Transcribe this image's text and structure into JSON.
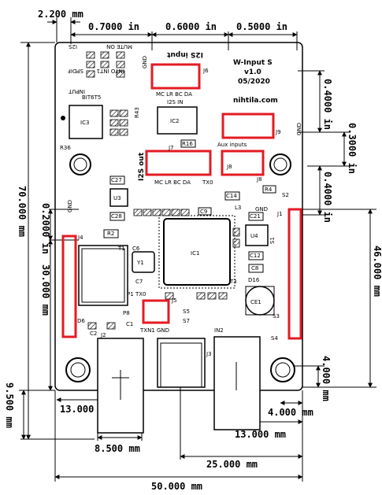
{
  "board": {
    "title": "W-Input S",
    "version": "v1.0",
    "date": "05/2020",
    "url": "nihtila.com",
    "i2s_input": "I2S input",
    "i2s_out": "I2S out",
    "aux_inputs": "Aux inputs",
    "mc_lr_bc_da_top": "MC LR BC DA",
    "mc_lr_bc_da_bottom": "MC LR BC DA",
    "i2s_in": "I2S IN",
    "tx0": "TX0",
    "txp1_tx0": "TXP1 TX0",
    "txn1_gnd": "TXN1 GND",
    "gnd": "GND",
    "in2": "IN2",
    "input_label": "INPUT",
    "mute_on": "MUTE ON",
    "i2s_small": "I2S",
    "spdif": "SPDIF",
    "into_int1": "INTO INT1",
    "bit_label": "BIT6T5"
  },
  "components": {
    "ic1": "IC1",
    "ic2": "IC2",
    "ic3": "IC3",
    "u3": "U3",
    "u4": "U4",
    "y1": "Y1",
    "ce1": "CE1",
    "j1": "J1",
    "j2": "J2",
    "j3": "J3",
    "j4": "J4",
    "j5": "J5",
    "j6": "J6",
    "j7": "J7",
    "j8": "J8",
    "j9": "J9",
    "c27": "C27",
    "c28": "C28",
    "c14": "C14",
    "c21": "C21",
    "c12": "C12",
    "c8": "C8",
    "c6": "C6",
    "c7": "C7",
    "c2": "C2",
    "c1": "C1",
    "c9": "C9",
    "r2": "R2",
    "r4": "R4",
    "r16": "R16",
    "r43": "R43",
    "r36": "R36",
    "s1": "S1",
    "s2": "S2",
    "s3": "S3",
    "s4": "S4",
    "s5": "S5",
    "s7": "S7",
    "l3": "L3",
    "d6": "D6",
    "d16": "D16",
    "t1": "T1",
    "t3": "T3",
    "p8": "P8"
  },
  "dimensions": {
    "top_left": "2.200 mm",
    "top_1": "0.7000 in",
    "top_2": "0.6000 in",
    "top_3": "0.5000 in",
    "right_1": "0.4000 in",
    "right_2": "0.3000 in",
    "right_3": "0.4000 in",
    "right_overall": "46.000 mm",
    "right_bottom": "4.000 mm",
    "left_overall": "70.000 mm",
    "left_2": "0.2000 in",
    "left_3": "30.000 mm",
    "left_bottom": "9.500 mm",
    "bottom_1": "13.000 mm",
    "bottom_2": "4.000 mm",
    "bottom_3": "13.000 mm",
    "bottom_4": "8.500 mm",
    "bottom_5": "25.000 mm",
    "bottom_6": "50.000 mm"
  },
  "colors": {
    "highlight": "#e31b23",
    "board_bg": "#ffffff",
    "ink": "#000000"
  }
}
